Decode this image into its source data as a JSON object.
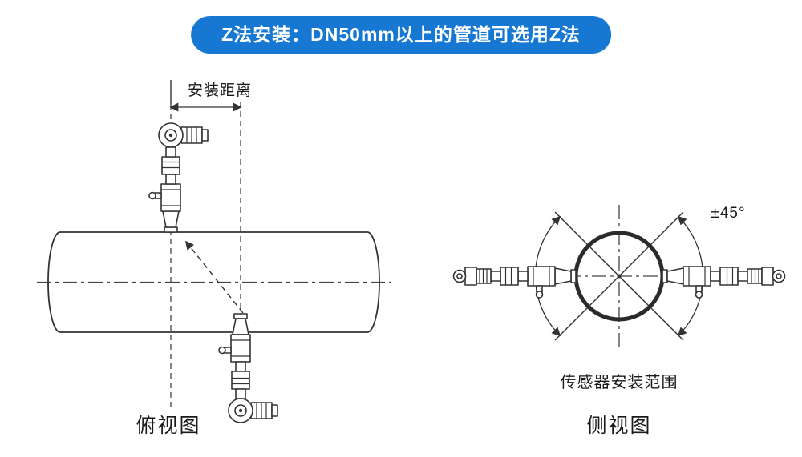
{
  "banner": {
    "label": "Z法安装：DN50mm以上的管道可选用Z法",
    "bg_color": "#1778d3",
    "text_color": "#ffffff"
  },
  "top_view": {
    "dimension_label": "安装距离",
    "caption": "俯视图"
  },
  "side_view": {
    "angle_label": "±45°",
    "range_label": "传感器安装范围",
    "caption": "侧视图"
  },
  "colors": {
    "line": "#333333",
    "pipe_outline": "#2b2b2b",
    "centerline": "#444444"
  }
}
